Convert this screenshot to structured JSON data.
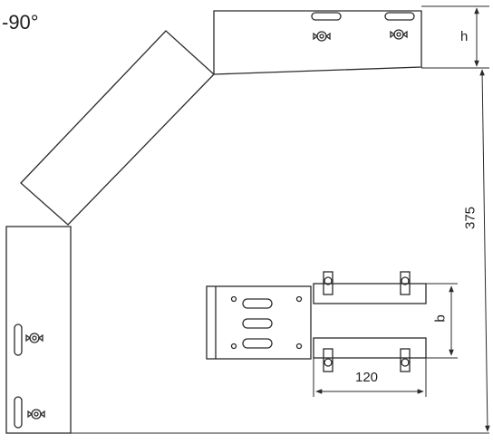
{
  "angle_label": "-90°",
  "dimensions": {
    "h": "h",
    "length": "375",
    "b": "b",
    "width": "120"
  },
  "colors": {
    "line": "#2a2a2a",
    "background": "#ffffff"
  }
}
